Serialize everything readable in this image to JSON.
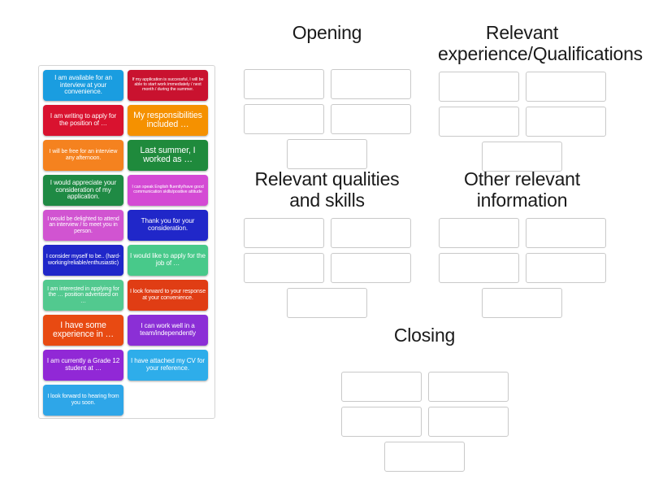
{
  "tray": {
    "name": "answer-tiles-tray",
    "tiles": [
      {
        "text": "I am available for an interview at your convenience.",
        "color": "#1a9de0",
        "size": "fs-m"
      },
      {
        "text": "If my application is successful, I will be able to start work immediately / next month / during the summer.",
        "color": "#c9122f",
        "size": "fs-xs"
      },
      {
        "text": "I am writing to apply for the position of …",
        "color": "#d9122f",
        "size": "fs-m"
      },
      {
        "text": "My responsibilities included …",
        "color": "#f59100",
        "size": "fs-l"
      },
      {
        "text": "I will be free for an interview any afternoon.",
        "color": "#f5821f",
        "size": "fs-s"
      },
      {
        "text": "Last summer, I worked as …",
        "color": "#1f8a3c",
        "size": "fs-l"
      },
      {
        "text": "I would appreciate your consideration of my application.",
        "color": "#1f8a44",
        "size": "fs-m"
      },
      {
        "text": "I can speak English fluently/have good communication skills/positive attitude",
        "color": "#d44ad4",
        "size": "fs-xs"
      },
      {
        "text": "I would be delighted to attend an interview / to meet you in person.",
        "color": "#d154d1",
        "size": "fs-s"
      },
      {
        "text": "Thank you for your consideration.",
        "color": "#2027c9",
        "size": "fs-m"
      },
      {
        "text": "I consider myself to be.. (hard-working/reliable/enthusiastic)",
        "color": "#2027c9",
        "size": "fs-s"
      },
      {
        "text": "I would like to apply for the job of …",
        "color": "#48c98a",
        "size": "fs-m"
      },
      {
        "text": "I am interested in applying for the … position advertised on …",
        "color": "#52c98f",
        "size": "fs-s"
      },
      {
        "text": "I look forward to your response at your convenience.",
        "color": "#e03d14",
        "size": "fs-s"
      },
      {
        "text": "I have some experience in …",
        "color": "#e84a12",
        "size": "fs-l"
      },
      {
        "text": "I can work well in a team/independently",
        "color": "#8b2fd6",
        "size": "fs-m"
      },
      {
        "text": "I am currently a Grade 12 student at …",
        "color": "#9128d6",
        "size": "fs-m"
      },
      {
        "text": "I have attached my CV for your reference.",
        "color": "#2eadea",
        "size": "fs-m"
      },
      {
        "text": "I look forward to hearing from you soon.",
        "color": "#2ea6e8",
        "size": "fs-s"
      }
    ]
  },
  "categories": [
    {
      "id": "opening",
      "title": "Opening",
      "slots": 5
    },
    {
      "id": "experience",
      "title": "Relevant\nexperience/Qualifications",
      "slots": 5
    },
    {
      "id": "qualities",
      "title": "Relevant qualities\nand skills",
      "slots": 5
    },
    {
      "id": "other",
      "title": "Other relevant\ninformation",
      "slots": 5
    },
    {
      "id": "closing",
      "title": "Closing",
      "slots": 5
    }
  ],
  "colors": {
    "slot_border": "#c9c9c9",
    "tray_border": "#d4d4d4",
    "page_background": "#ffffff",
    "title_text": "#1a1a1a"
  }
}
